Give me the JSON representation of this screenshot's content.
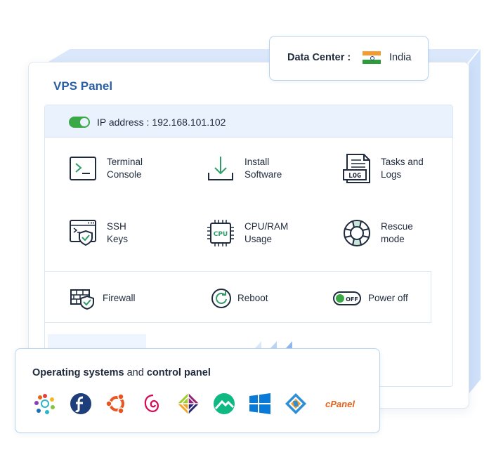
{
  "data_center": {
    "label": "Data Center :",
    "value": "India",
    "flag": "india-flag-icon"
  },
  "panel": {
    "title": "VPS Panel"
  },
  "ip": {
    "label": "IP address : 192.168.101.102",
    "toggle_on": true
  },
  "tools": [
    {
      "label": "Terminal\nConsole",
      "icon": "terminal-icon"
    },
    {
      "label": "Install\nSoftware",
      "icon": "download-icon"
    },
    {
      "label": "Tasks and\nLogs",
      "icon": "log-file-icon"
    },
    {
      "label": "SSH\nKeys",
      "icon": "ssh-key-icon"
    },
    {
      "label": "CPU/RAM\nUsage",
      "icon": "cpu-icon"
    },
    {
      "label": "Rescue\nmode",
      "icon": "lifebuoy-icon"
    },
    {
      "label": "Firewall",
      "icon": "firewall-icon"
    },
    {
      "label": "Reboot",
      "icon": "reboot-icon"
    },
    {
      "label": "Power off",
      "icon": "power-toggle-icon",
      "toggle_text": "OFF"
    }
  ],
  "icon_text": {
    "cpu": "CPU",
    "log": "LOG"
  },
  "os": {
    "title_bold_1": "Operating systems",
    "title_mid": " and ",
    "title_bold_2": "control panel",
    "icons": [
      "almalinux-icon",
      "fedora-icon",
      "ubuntu-icon",
      "debian-icon",
      "centos-icon",
      "rocky-linux-icon",
      "windows-icon",
      "virtualizor-icon",
      "cpanel-logo"
    ],
    "cpanel_text": "cPanel"
  },
  "colors": {
    "accent": "#2a5fa8",
    "toggle_green": "#3aa846",
    "ip_bar": "#eaf2fd",
    "border": "#b7d2f0"
  }
}
